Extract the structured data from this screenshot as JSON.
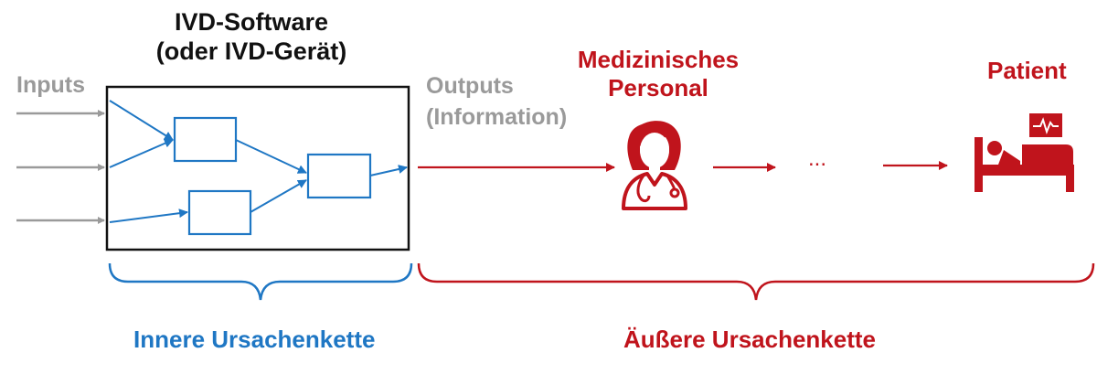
{
  "software": {
    "title_line1": "IVD-Software",
    "title_line2": "(oder IVD-Gerät)"
  },
  "inputs_label": "Inputs",
  "outputs_label_line1": "Outputs",
  "outputs_label_line2": "(Information)",
  "personnel": {
    "line1": "Medizinisches",
    "line2": "Personal"
  },
  "ellipsis": "...",
  "patient_label": "Patient",
  "inner_chain_label": "Innere Ursachenkette",
  "outer_chain_label": "Äußere Ursachenkette",
  "colors": {
    "red": "#c0141c",
    "blue": "#1f77c4",
    "grey": "#9a9a9a",
    "black": "#111111"
  },
  "icons": {
    "personnel": "doctor-with-stethoscope-icon",
    "patient": "patient-in-bed-with-monitor-icon"
  }
}
